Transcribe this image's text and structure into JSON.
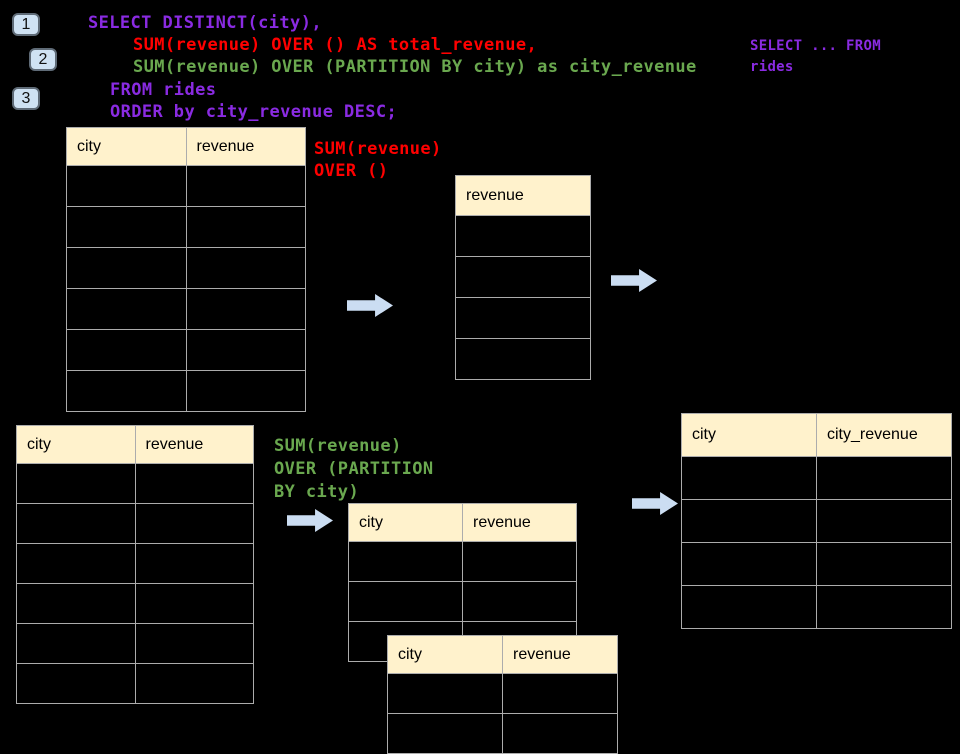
{
  "colors": {
    "purple": "#8A2BE2",
    "red": "#FF0000",
    "green": "#6AA84F",
    "header_fill": "#FFF2CC",
    "arrow_fill": "#CBDDF2",
    "badge_fill": "#CFE2F3",
    "table_border": "#ACACAC",
    "background": "#000000"
  },
  "badges": [
    {
      "label": "1"
    },
    {
      "label": "2"
    },
    {
      "label": "3"
    }
  ],
  "code": {
    "lines": [
      {
        "text": "SELECT DISTINCT(city),"
      },
      {
        "text": "SUM(revenue) OVER () AS total_revenue,"
      },
      {
        "text": "SUM(revenue) OVER (PARTITION BY city) as city_revenue"
      },
      {
        "text": "FROM rides"
      },
      {
        "text": "ORDER by city_revenue DESC;"
      }
    ]
  },
  "side_note": {
    "line1": "SELECT ... FROM",
    "line2": "rides"
  },
  "annotations": {
    "total": {
      "line1": "SUM(revenue)",
      "line2": "OVER ()"
    },
    "partition": {
      "line1": "SUM(revenue)",
      "line2": "OVER (PARTITION",
      "line3": "BY city)"
    }
  },
  "tables": {
    "source_top": {
      "headers": [
        "city",
        "revenue"
      ],
      "rows": 6
    },
    "total_result": {
      "headers": [
        "revenue"
      ],
      "rows": 4
    },
    "source_bottom": {
      "headers": [
        "city",
        "revenue"
      ],
      "rows": 6
    },
    "partition_a": {
      "headers": [
        "city",
        "revenue"
      ],
      "rows": 3
    },
    "partition_b": {
      "headers": [
        "city",
        "revenue"
      ],
      "rows": 2
    },
    "final_result": {
      "headers": [
        "city",
        "city_revenue"
      ],
      "rows": 4
    }
  }
}
